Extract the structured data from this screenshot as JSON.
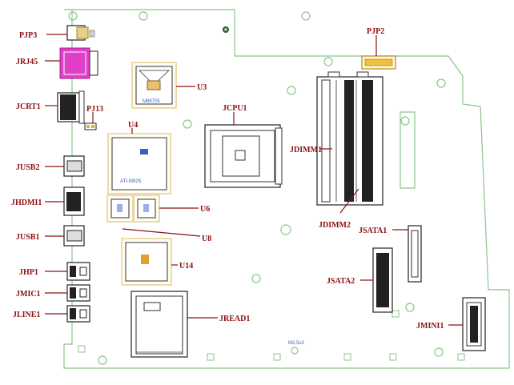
{
  "colors": {
    "board_outline": "#8bc48b",
    "label": "#8b1010",
    "part_outline": "#222222",
    "chip_highlight": "#e8cf8c",
    "pink_jack": "#e040c8"
  },
  "labels": {
    "pjp3": "PJP3",
    "jrj45": "JRJ45",
    "jcrt1": "JCRT1",
    "pj13": "PJ13",
    "jusb2": "JUSB2",
    "jhdmi1": "JHDMI1",
    "jusb1": "JUSB1",
    "jhp1": "JHP1",
    "jmic1": "JMIC1",
    "jline1": "JLINE1",
    "u3": "U3",
    "u4": "U4",
    "jcpu1": "JCPU1",
    "u6": "U6",
    "u8": "U8",
    "u14": "U14",
    "jread1": "JREAD1",
    "pjp2": "PJP2",
    "jdimm1": "JDIMM1",
    "jdimm2": "JDIMM2",
    "jsata1": "JSATA1",
    "jsata2": "JSATA2",
    "jmini1": "JMINI1"
  },
  "silkscreen": {
    "u4_chip_text": "ATI-M92S",
    "u3_chip_text": "M88705",
    "m2_mark": "M2.5x3"
  }
}
